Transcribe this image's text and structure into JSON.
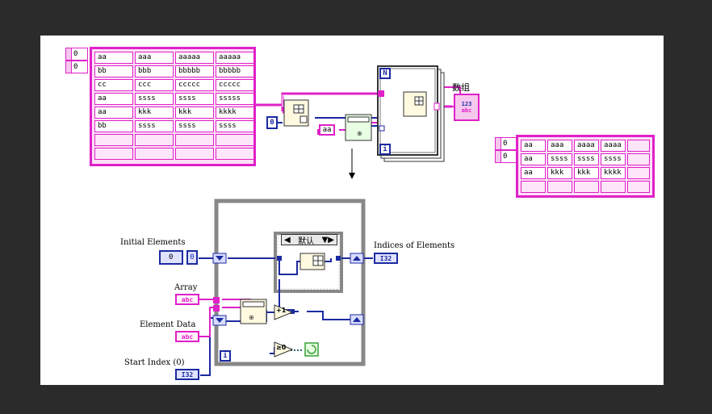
{
  "top": {
    "left_array": {
      "indices": [
        "0",
        "0"
      ],
      "rows": [
        [
          "aa",
          "aaa",
          "aaaaa",
          "aaaaa"
        ],
        [
          "bb",
          "bbb",
          "bbbbb",
          "bbbbb"
        ],
        [
          "cc",
          "ccc",
          "ccccc",
          "ccccc"
        ],
        [
          "aa",
          "ssss",
          "ssss",
          "sssss"
        ],
        [
          "aa",
          "kkk",
          "kkk",
          "kkkk"
        ],
        [
          "bb",
          "ssss",
          "ssss",
          "ssss"
        ]
      ]
    },
    "const_zero": "0",
    "const_aa": "aa",
    "for_loop_n": "N",
    "for_loop_i": "i",
    "result_label": "数组",
    "result_indicator": "123",
    "result_abc": "abc",
    "right_array": {
      "indices": [
        "0",
        "0"
      ],
      "rows": [
        [
          "aa",
          "aaa",
          "aaaa",
          "aaaa"
        ],
        [
          "aa",
          "ssss",
          "ssss",
          "ssss"
        ],
        [
          "aa",
          "kkk",
          "kkk",
          "kkkk"
        ]
      ]
    }
  },
  "bottom": {
    "initial_elements_label": "Initial Elements",
    "initial_elements_value": "0",
    "initial_elements_index": "0",
    "array_label": "Array",
    "array_type": "abc",
    "element_data_label": "Element Data",
    "element_data_type": "abc",
    "start_index_label": "Start Index (0)",
    "start_index_type": "I32",
    "case_selector": "默认",
    "indices_label": "Indices of Elements",
    "indices_type": "I32",
    "plus_one": "+1",
    "ge_zero": "≥0",
    "loop_i": "i"
  },
  "colors": {
    "string_wire": "#e020c8",
    "numeric_wire": "#1c2aa0",
    "frame_gray": "#888888",
    "background": "#2b2b2b",
    "diagram_background": "#ffffff"
  }
}
